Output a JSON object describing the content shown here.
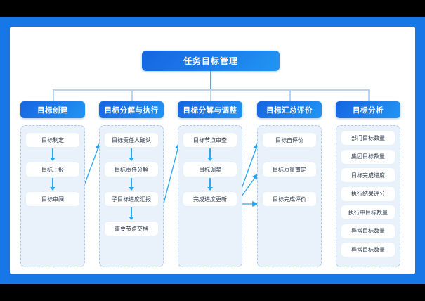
{
  "diagram": {
    "root": {
      "label": "任务目标管理"
    },
    "columns": [
      {
        "header": "目标创建",
        "items": [
          {
            "label": "目标制定"
          },
          {
            "label": "目标上报"
          },
          {
            "label": "目标审阅"
          }
        ]
      },
      {
        "header": "目标分解与执行",
        "items": [
          {
            "label": "目标责任人确认"
          },
          {
            "label": "目标责任分解"
          },
          {
            "label": "子目标进度汇报"
          },
          {
            "label": "重要节点交档"
          }
        ]
      },
      {
        "header": "目标分解与调整",
        "items": [
          {
            "label": "目标节点审查"
          },
          {
            "label": "目标调整"
          },
          {
            "label": "完成进度更新"
          }
        ]
      },
      {
        "header": "目标汇总评价",
        "items": [
          {
            "label": "目标自评价"
          },
          {
            "label": "目标质量审定"
          },
          {
            "label": "目标完成评价"
          }
        ]
      },
      {
        "header": "目标分析",
        "items": [
          {
            "label": "部门目标数量"
          },
          {
            "label": "集团目标数量"
          },
          {
            "label": "目标完成进度"
          },
          {
            "label": "执行结果评分"
          },
          {
            "label": "执行中目标数量"
          },
          {
            "label": "异常目标数量"
          },
          {
            "label": "异常目标数量"
          }
        ]
      }
    ],
    "colors": {
      "frame": "#1777e6",
      "pill_start": "#1565e0",
      "pill_end": "#2196f3",
      "column_fill": "#e9f1fb",
      "column_border": "#aecbee",
      "arrow": "#29a7ef",
      "tree_line": "#b9d4f2",
      "card_text": "#2b3a4b"
    }
  }
}
